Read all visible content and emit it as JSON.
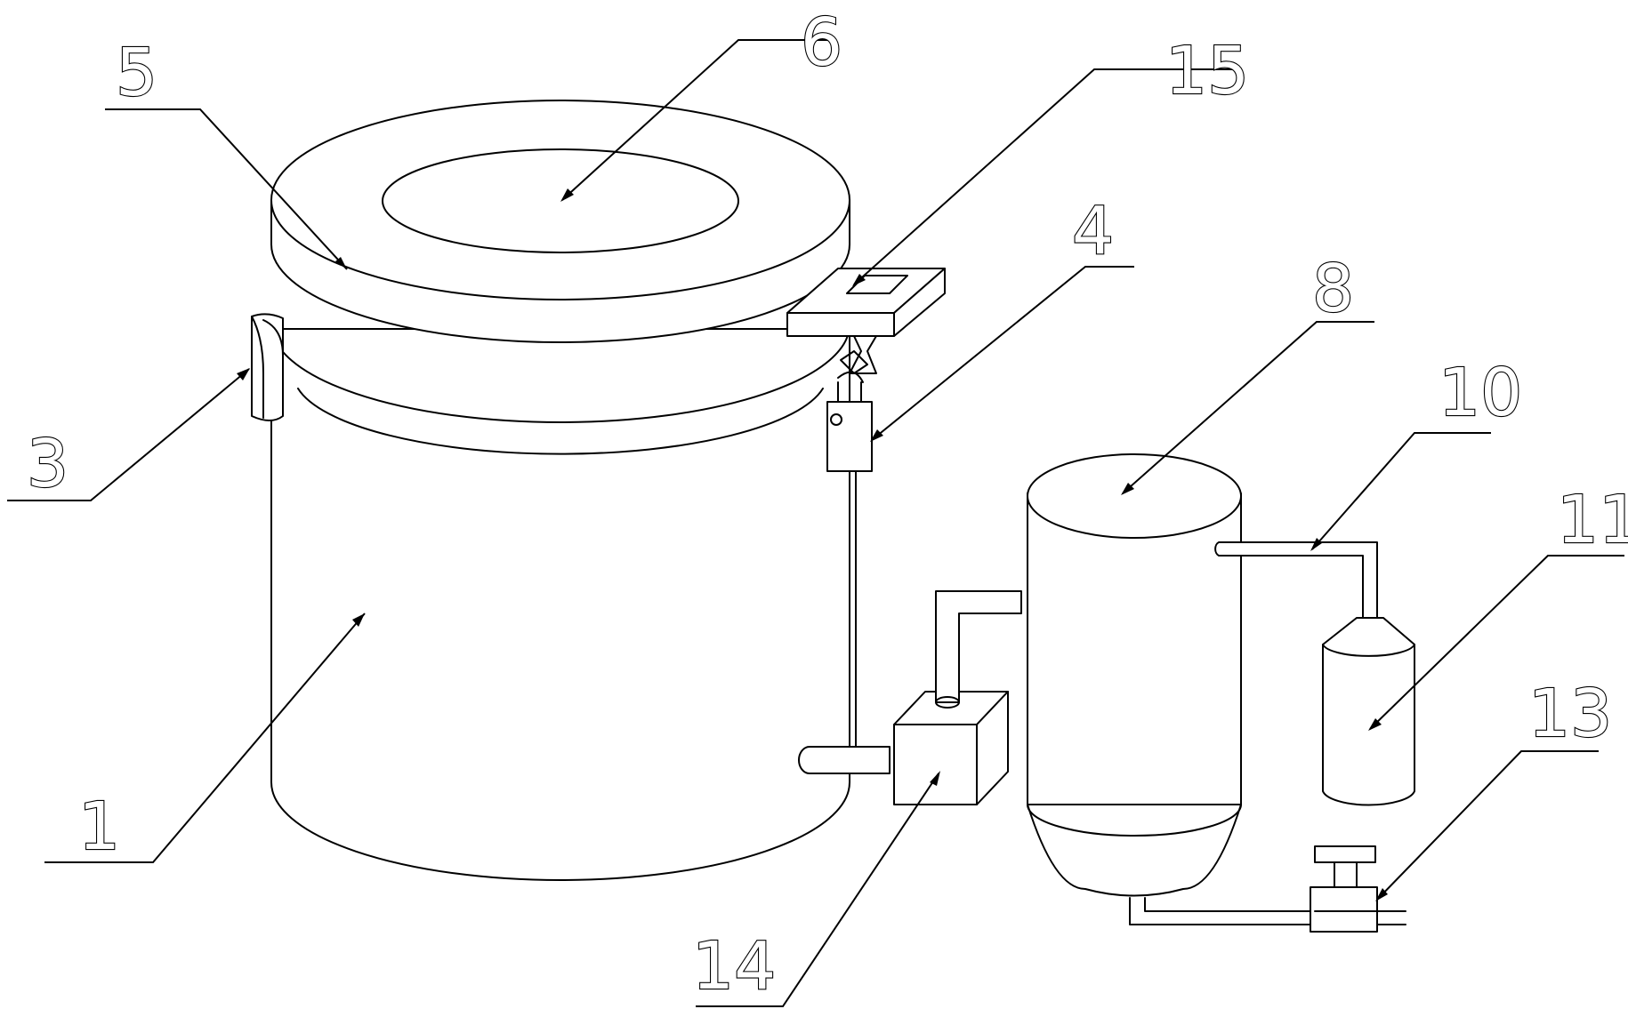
{
  "labels": {
    "n1": "1",
    "n3": "3",
    "n4": "4",
    "n5": "5",
    "n6": "6",
    "n8": "8",
    "n10": "10",
    "n11": "11",
    "n13": "13",
    "n14": "14",
    "n15": "15"
  },
  "colors": {
    "line": "#000000",
    "background": "#ffffff"
  }
}
